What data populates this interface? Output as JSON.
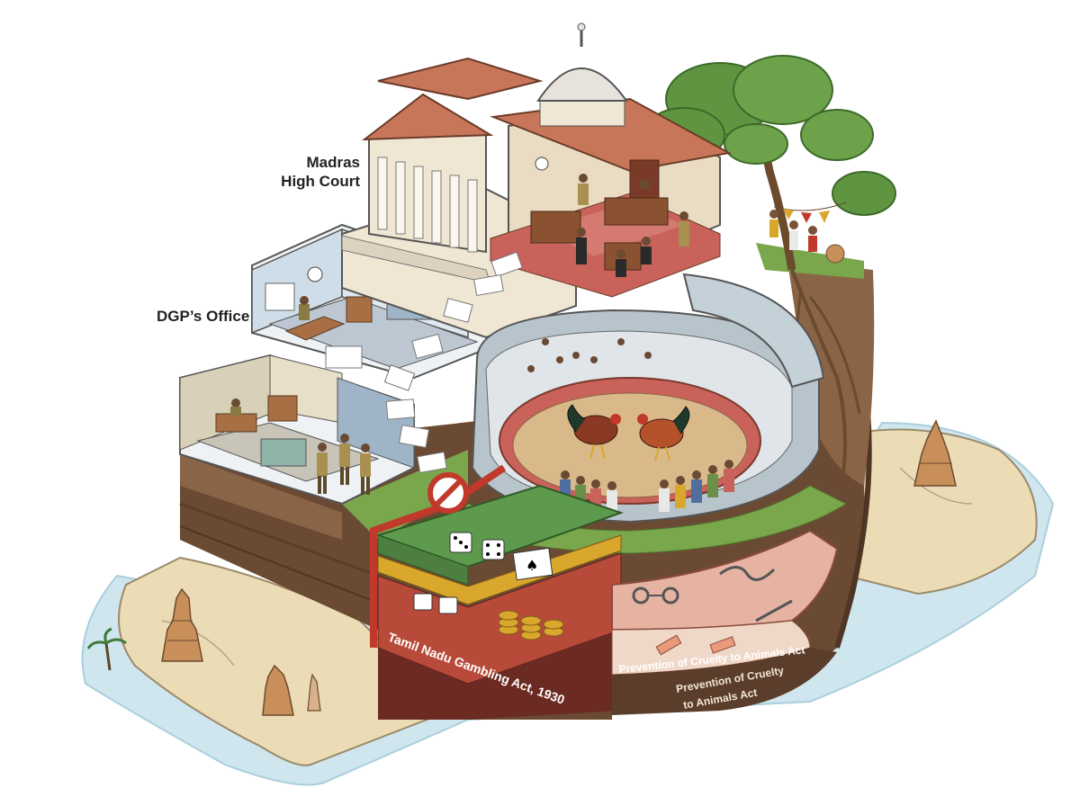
{
  "labels": {
    "high_court_line1": "Madras",
    "high_court_line2": "High Court",
    "dgp_office": "DGP’s Office",
    "gambling_act": "Tamil Nadu Gambling Act, 1930",
    "cruelty_act_band": "Prevention of Cruelty to Animals Act",
    "cruelty_act_line1": "Prevention of Cruelty",
    "cruelty_act_line2": "to Animals Act"
  },
  "colors": {
    "sea": "#cfe6ee",
    "land": "#ecdcb6",
    "soil_dark": "#6b4a33",
    "soil_mid": "#8a6446",
    "grass": "#7aa64c",
    "court_roof": "#c8765a",
    "court_wall": "#efe6d4",
    "arena_floor": "#d9b98a",
    "arena_ring": "#c9625a",
    "prohibition_red": "#c0392b",
    "felt_green": "#5e9a4d",
    "coin_gold": "#d9a72b",
    "evidence_pink": "#e6b3a3"
  }
}
